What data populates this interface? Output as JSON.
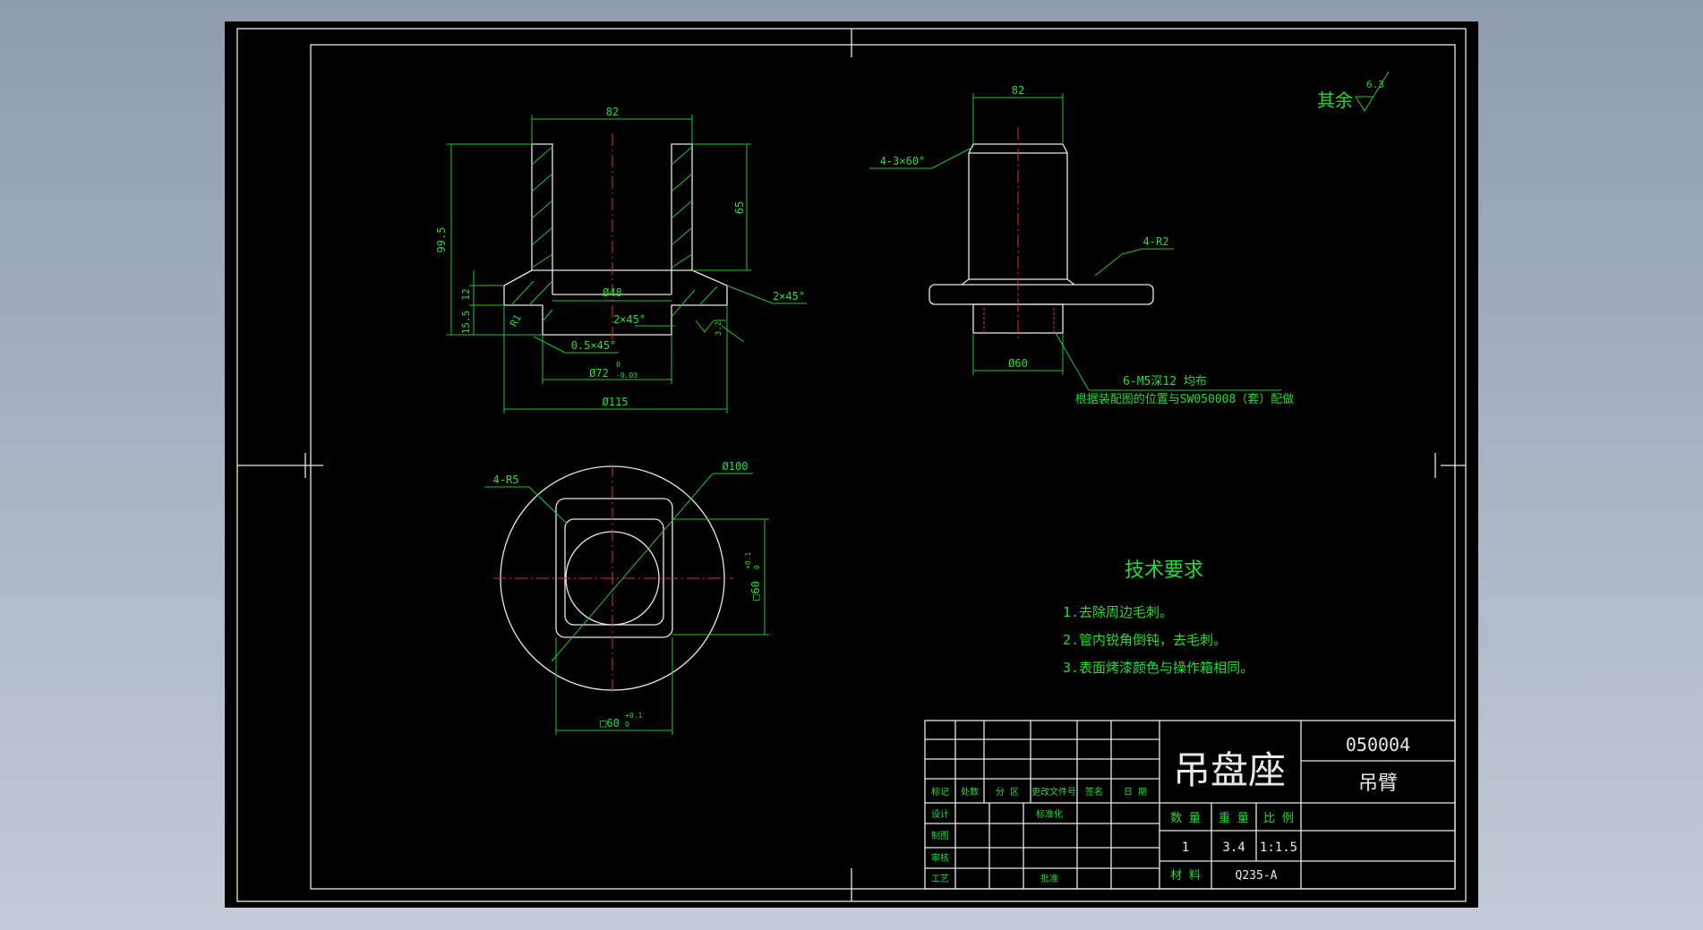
{
  "title_block": {
    "part_name": "吊盘座",
    "drawing_number": "050004",
    "assembly_name": "吊臂",
    "header_labels": [
      "标记",
      "处数",
      "分 区",
      "更改文件号",
      "签名",
      "日 期"
    ],
    "role_labels": [
      "设计",
      "制图",
      "审核",
      "工艺"
    ],
    "standardization_label": "标准化",
    "approval_label": "批准",
    "quantity_label": "数 量",
    "weight_label": "重 量",
    "scale_label": "比 例",
    "quantity": "1",
    "weight": "3.4",
    "scale": "1:1.5",
    "material_label": "材 料",
    "material": "Q235-A"
  },
  "tech_requirements": {
    "heading": "技术要求",
    "items": [
      "1.去除周边毛刺。",
      "2.管内锐角倒钝，去毛刺。",
      "3.表面烤漆颜色与操作箱相同。"
    ]
  },
  "surface_finish": {
    "label": "其余",
    "value": "6.3"
  },
  "section_view": {
    "dim_top_width": "82",
    "dim_total_height": "99.5",
    "dim_tube_height": "65",
    "dim_flange_12": "12",
    "dim_base_15_5": "15.5",
    "dim_bore": "Ø48",
    "chamfer_outer": "2×45°",
    "chamfer_inner": "2×45°",
    "radius": "R1",
    "roughness": "3.2",
    "chamfer_small": "0.5×45°",
    "dim_spigot": "Ø72",
    "spigot_tol_upper": "0",
    "spigot_tol_lower": "-0.03",
    "dim_flange_dia": "Ø115"
  },
  "side_view": {
    "dim_top_width": "82",
    "chamfer_note": "4-3×60°",
    "radius_note": "4-R2",
    "dim_spigot": "Ø60",
    "hole_note": "6-M5深12 均布",
    "hole_note_2": "根据装配图的位置与SW050008（套）配做"
  },
  "top_view": {
    "corner_radius": "4-R5",
    "outer_dia": "Ø100",
    "square_v": "□60",
    "square_h": "□60",
    "tol_upper": "+0.1",
    "tol_lower": "0"
  }
}
